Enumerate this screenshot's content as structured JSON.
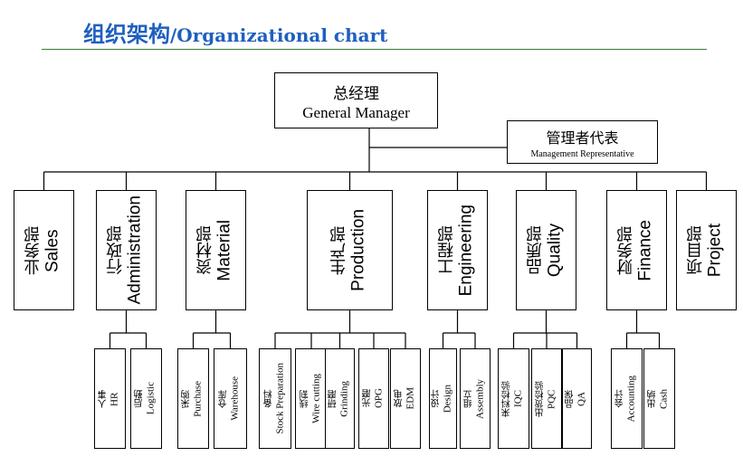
{
  "header": {
    "title_cn": "组织架构",
    "title_en": "/Organizational chart"
  },
  "general_manager": {
    "cn": "总经理",
    "en": "General Manager"
  },
  "management_representative": {
    "cn": "管理者代表",
    "en": "Management Representative"
  },
  "departments": [
    {
      "cn": "业务部",
      "en": "Sales",
      "subs": []
    },
    {
      "cn": "行政部",
      "en": "Administration",
      "subs": [
        {
          "cn": "人事",
          "en": "HR"
        },
        {
          "cn": "后勤",
          "en": "Logistic"
        }
      ]
    },
    {
      "cn": "资材部",
      "en": "Material",
      "subs": [
        {
          "cn": "采购",
          "en": "Purchase"
        },
        {
          "cn": "仓库",
          "en": "Warehouse"
        }
      ]
    },
    {
      "cn": "生产部",
      "en": "Production",
      "subs": [
        {
          "cn": "备料",
          "en": "Stock Preparation"
        },
        {
          "cn": "线割",
          "en": "Wire cutting"
        },
        {
          "cn": "研磨",
          "en": "Grinding"
        },
        {
          "cn": "光磨",
          "en": "OPG"
        },
        {
          "cn": "放电",
          "en": "EDM"
        }
      ]
    },
    {
      "cn": "工程部",
      "en": "Engineering",
      "subs": [
        {
          "cn": "设计",
          "en": "Design"
        },
        {
          "cn": "组立",
          "en": "Assembly"
        }
      ]
    },
    {
      "cn": "品质部",
      "en": "Quality",
      "subs": [
        {
          "cn": "来料检验",
          "en": "IQC"
        },
        {
          "cn": "出货检验",
          "en": "PQC"
        },
        {
          "cn": "品保",
          "en": "QA"
        }
      ]
    },
    {
      "cn": "财务部",
      "en": "Finance",
      "subs": [
        {
          "cn": "会计",
          "en": "Accounting"
        },
        {
          "cn": "出纳",
          "en": "Cash"
        }
      ]
    },
    {
      "cn": "项目部",
      "en": "Project",
      "subs": []
    }
  ]
}
